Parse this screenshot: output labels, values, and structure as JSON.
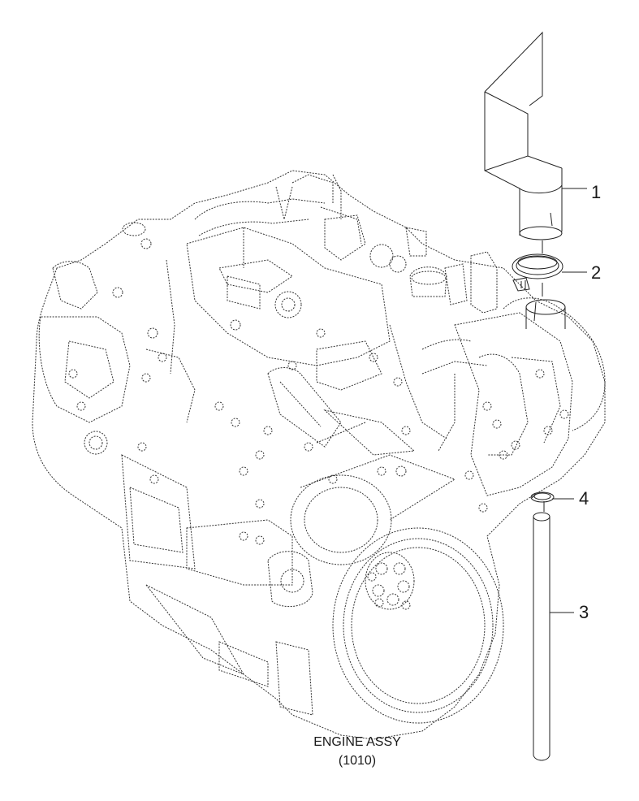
{
  "callouts": [
    {
      "id": "1",
      "label": "1"
    },
    {
      "id": "2",
      "label": "2"
    },
    {
      "id": "3",
      "label": "3"
    },
    {
      "id": "4",
      "label": "4"
    }
  ],
  "caption": {
    "line1": "ENGINE ASSY",
    "line2": "(1010)"
  },
  "colors": {
    "ink": "#1a1a1a",
    "paper": "#ffffff"
  }
}
